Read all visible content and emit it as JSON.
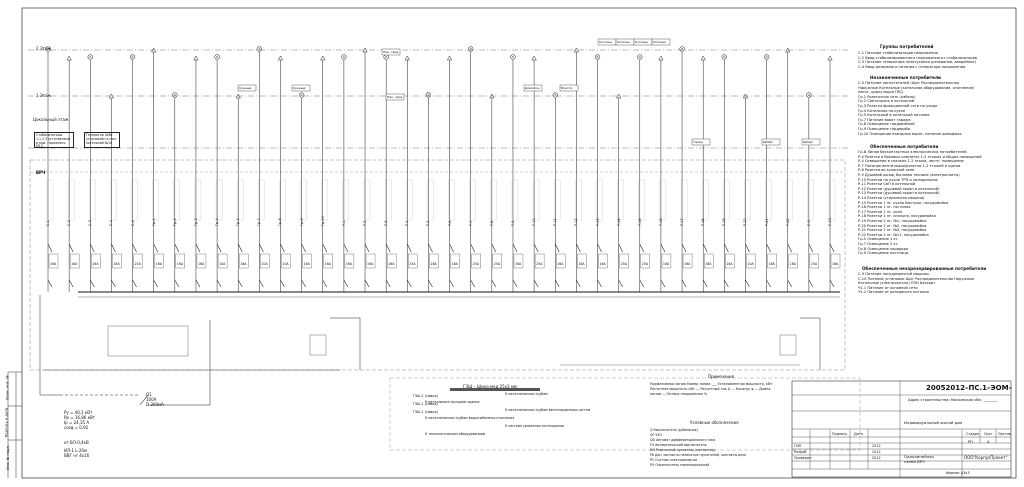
{
  "floors": {
    "floor2": "2 Этаж",
    "floor1": "1 Этаж",
    "basement": "Цокольный этаж"
  },
  "panel_name": "ВРЧ",
  "left_blocks": {
    "stabilizer": "Стабилизаторы 1,1,2,3 установлены в пом. гаражного М13",
    "generator": "Генератор 4кВт установлен в пом. котельной №18"
  },
  "legend": {
    "group1_title": "Группы потребителей",
    "group1_items": [
      "С-1 Питание стабилизаторов напряжения",
      "С-2 Ввод стабилизированного напряжения от стабилизаторов",
      "С-3 Питание генератора незатухания (резервное, аварийное)",
      "С-4 Ввод резервного питания с генератора напряжения"
    ],
    "group2_title": "Незаконченные потребители",
    "group2_items": [
      "С-5 Питание нагнетателей (Щит Распределительная",
      "Наружные Котельные (котельная оборудование, отопление)",
      "насос, циркуляция ГВС)",
      "Гр-1 Розеточная сеть (кабель)",
      "Гр-2 Светильник в котельной",
      "Гр-3 Розетка фрикционной сети на улице",
      "Гр-4 Котельная на кухне",
      "Гр-5 Котельный в котельной питание",
      "Гр-7 Питание ворот гаража",
      "Гр-8 Освещение гардеробной",
      "Гр-9 Освещение гардероба",
      "Гр-10 Освещение въездных ворот, питание домофона"
    ],
    "group3_title": "Обеспеченные потребители",
    "group3_items": [
      "Гр-8 Линия бесконтактных электрических потребителей",
      "Р-4 Розетки в боковых комнатах 1-2 этажах и общих помещений",
      "Р-4 Освещение в спальне 1-2 этажа, лестн. помещение",
      "Р-7 Питание вентиляции/розетки 1-2 этажей и щитов",
      "Р-8 Розетки во кухонной зоне",
      "Р-9 Душевой шкаф, бытовая техника (электроплиты)",
      "Р-10 Розетки на кухне ТРП и холодильник",
      "Р-11 Розетки СвП в котельной",
      "Р-12 Розетки (душевой экран в котельной)",
      "Р-13 Розетки (душевой экран в котельной)",
      "Р-14 Розетки (стиральная машина)",
      "Р-15 Розетки 1 эт. кухня быстрая, посудомойка",
      "Р-16 Розетки 1 эт. гостиная",
      "Р-17 Розетки 1 эт. холл",
      "Р-18 Розетки 1 эт. спальня, посудомойка",
      "Р-19 Розетки 2 эт. №1, посудомойка",
      "Р-20 Розетки 2 эт. №2, посудомойка",
      "Р-21 Розетки 2 эт. №3, посудомойка",
      "Р-22 Розетки 2 эт. №11, посудомойка",
      "Гр-5 Освещение 1 эт.",
      "Гр-7 Освещение 2 эт.",
      "Гр-8 Освещение коридора",
      "Гр-9 Освещение лестницы"
    ],
    "group4_title": "Обеспеченные незарезервированные потребители",
    "group4_items": [
      "С-9 Питание посудомоечной машины",
      "С-10 Питание установки Щит Распределительная Наружные",
      "Котельные (электрокотлы) ПЭН Бахкарт",
      "Ч1.1 Питание от основной сети",
      "Ч1.2 Питание от резервного питания"
    ]
  },
  "lower_left": {
    "params": [
      "Ру = 40,1 кВт",
      "Рр = 16,86 кВт",
      "Iр = 24,35 А",
      "cosφ = 0,92"
    ],
    "cable": [
      "от ВЛ-0,4кВ",
      "ИЛ-1 L-20м",
      "ВВГ нг 4х16"
    ],
    "switch": [
      "Q1",
      "100А",
      "D 300мА"
    ]
  },
  "center_box": {
    "title": "ГЗШ – Шина мед 25х3 мм",
    "items": [
      "ГЗШ-2 (с/ввод)",
      "ГЗШ-1 (с/ввод)",
      "ГЗШ-1 (с/ввод)",
      "К металлическим трубам",
      "К металлоконструкциям здания",
      "К металлическим трубам вентиляционных систем",
      "К металлическим трубам водоснабжения отопления",
      "К системе уравнения потенциалов",
      "К технологическим оборудованиям"
    ]
  },
  "notes": {
    "title": "Примечания",
    "lines": [
      "Нормативная линия Номер линии ___ Установленная мощность, кВт",
      "Расчетная мощность кВт — Расчетный ток А — Косинус φ — Длина",
      "линии — Потеря напряжения %"
    ],
    "symbols_title": "Условные обозначения",
    "symbols": [
      "Q  Выключатель (рубильник)",
      "QF  УЗО",
      "QD  Автомат дифференциального тока",
      "FU  Автоматический выключатель",
      "KM  Розеточный пускатель (контактор)",
      "PA  Доп. контакты незанятых пускателей, контакты реле",
      "PC  Счетчик электроэнергии",
      "PV  Ограничитель перенапряжений"
    ]
  },
  "title_block": {
    "doc_number": "20052012–ПС.1–ЭОМ–",
    "address": "Адрес строительства: Московская обл. ________",
    "object": "Индивидуальный жилой дом",
    "sheet_title": "Однолинейная схема ВРЧ",
    "company": "ООО\"КорпусПроект\"",
    "stage_label": "Стадия",
    "sheet_label": "Лист",
    "sheets_label": "Листов",
    "stage": "РП",
    "sheet": "4",
    "roles": [
      "ГИП",
      "Разраб.",
      "Проверил"
    ],
    "dates": [
      "2012",
      "2012",
      "2012"
    ],
    "sign_label": "Подпись",
    "date_label": "Дата",
    "format": "Формат А3х3"
  },
  "left_stamp": [
    "Инв. № подл.",
    "Подпись и дата",
    "Взам. инв. №"
  ],
  "breakers": {
    "labels": [
      "С-1",
      "С-2",
      "С-3",
      "С-4",
      "С-5",
      "Гр-1",
      "Гр-2",
      "Гр-3",
      "Гр-4",
      "Гр-5",
      "Гр-7",
      "Гр-8",
      "Гр-9",
      "Гр-10",
      "Р-1",
      "Р-2",
      "Р-3",
      "Р-4",
      "Р-5",
      "Р-6",
      "Р-7",
      "Р-8",
      "Р-9",
      "Р-10",
      "Р-11",
      "Р-12",
      "Р-13",
      "Р-14",
      "Р-15",
      "Р-16",
      "Р-17",
      "Р-18",
      "Р-19",
      "Р-20",
      "Р-21",
      "Р-22",
      "С-9",
      "С-10"
    ],
    "ratings": [
      "16А",
      "16А",
      "16А",
      "16А",
      "25А",
      "16А",
      "16А",
      "16А",
      "10А",
      "16А",
      "10А",
      "10А",
      "16А",
      "16А",
      "16А",
      "16А",
      "16А",
      "25А",
      "16А",
      "16А",
      "25А",
      "25А",
      "16А",
      "25А",
      "16А",
      "16А",
      "16А",
      "25А",
      "25А",
      "16А",
      "16А",
      "16А",
      "16А",
      "10А",
      "16А",
      "16А",
      "25А",
      "16А"
    ]
  },
  "top_tags": [
    "Нан. гард.",
    "Нан. гард.",
    "Кунеща",
    "Кунеща",
    "Котельн",
    "Котельн",
    "Котельн",
    "Котельн",
    "Домофон",
    "Ворота",
    "ЩУЦК",
    "ЩУЦК",
    "Гараж"
  ]
}
